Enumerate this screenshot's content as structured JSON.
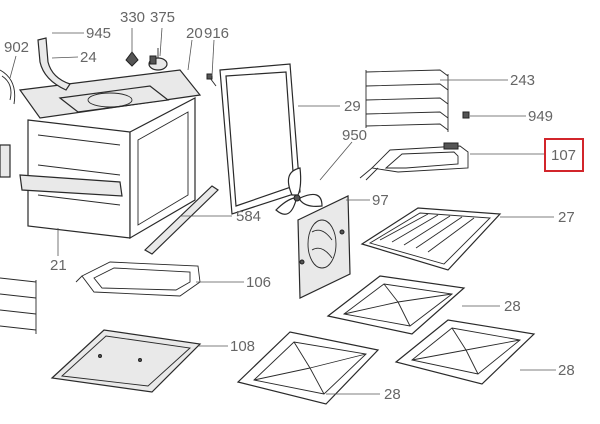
{
  "diagram": {
    "callouts": {
      "c945": "945",
      "c330": "330",
      "c375": "375",
      "c20": "20",
      "c916": "916",
      "c902": "902",
      "c24": "24",
      "c29": "29",
      "c243": "243",
      "c949": "949",
      "c950": "950",
      "c107": "107",
      "c97": "97",
      "c584": "584",
      "c27": "27",
      "c21": "21",
      "c106": "106",
      "c28a": "28",
      "c108": "108",
      "c28b": "28",
      "c28c": "28"
    },
    "highlighted_callout": "107",
    "highlight_color": "#d2252b"
  }
}
